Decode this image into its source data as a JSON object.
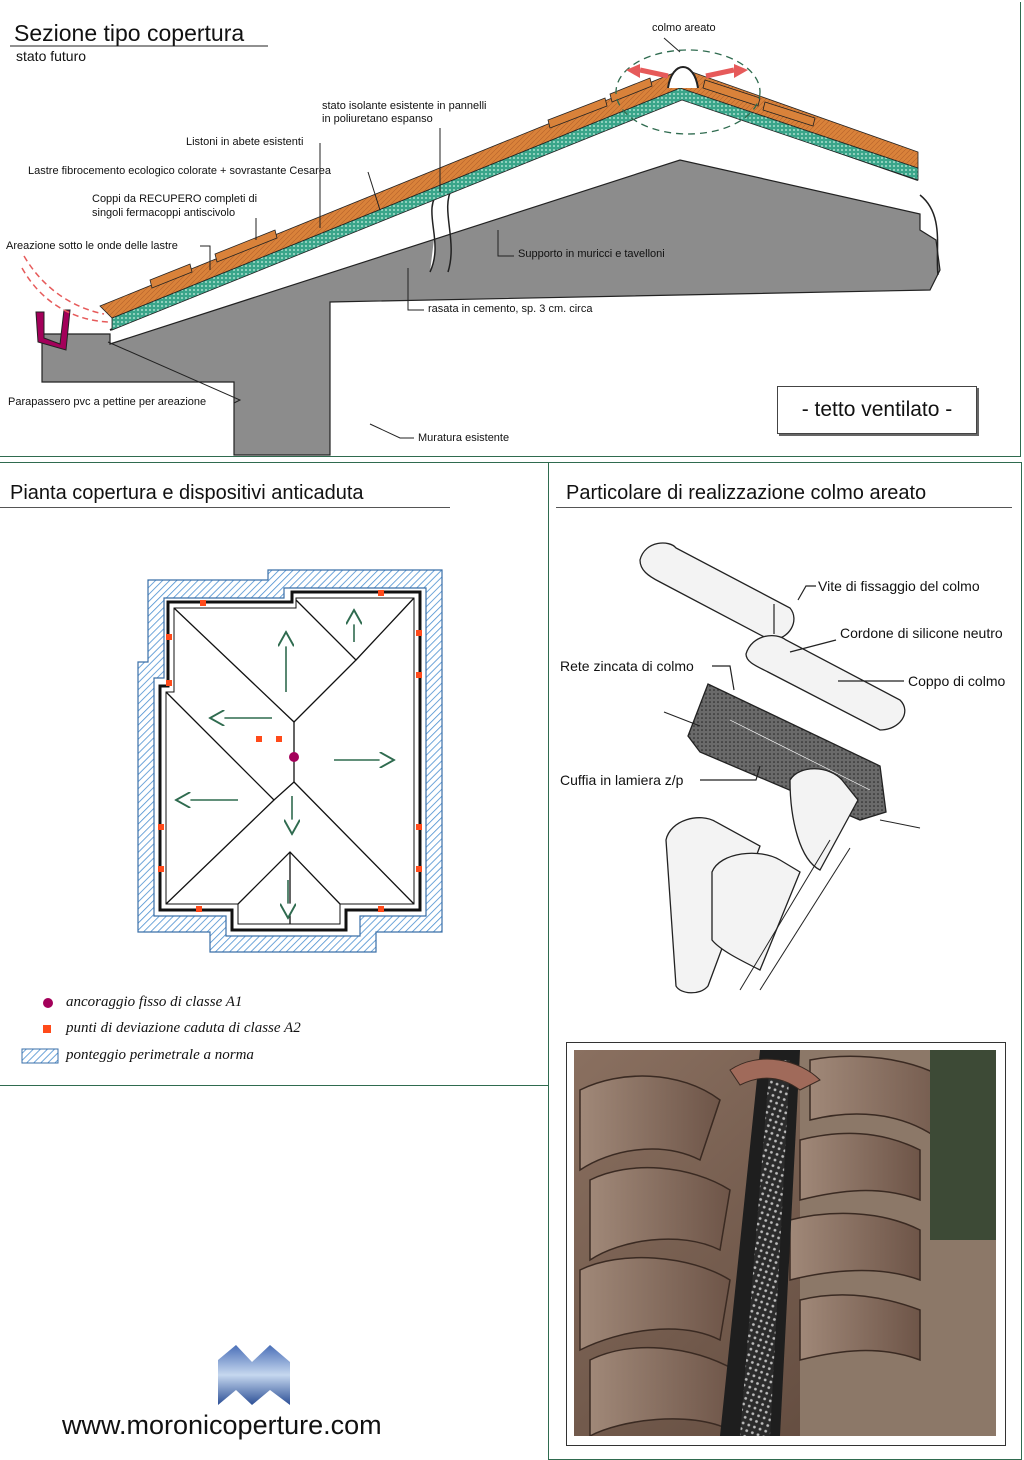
{
  "section": {
    "title": "Sezione tipo copertura",
    "subtitle": "stato futuro",
    "ridge_label": "colmo areato",
    "badge": "- tetto ventilato -",
    "labels": {
      "insulation": [
        "stato isolante esistente in pannelli",
        "in poliuretano espanso"
      ],
      "battens": "Listoni in abete esistenti",
      "sheets": "Lastre fibrocemento ecologico colorate + sovrastante Cesarea",
      "tiles": [
        "Coppi da RECUPERO completi di",
        "singoli fermacoppi antiscivolo"
      ],
      "ventilation": "Areazione sotto le onde delle lastre",
      "support": "Supporto in muricci e tavelloni",
      "screed": "rasata in cemento, sp. 3 cm. circa",
      "comb": "Parapassero pvc a pettine per areazione",
      "masonry": "Muratura esistente"
    }
  },
  "plan": {
    "title": "Pianta copertura e dispositivi anticaduta",
    "legend": [
      {
        "key": "anchor",
        "text": "ancoraggio fisso di classe A1",
        "color": "#a3005a"
      },
      {
        "key": "deviation",
        "text": "punti di deviazione caduta di classe A2",
        "color": "#ff4a1a"
      },
      {
        "key": "scaffold",
        "text": "ponteggio perimetrale a norma",
        "color": "#4a8fd0"
      }
    ]
  },
  "detail": {
    "title": "Particolare di realizzazione colmo areato",
    "labels": {
      "screw": "Vite di fissaggio del colmo",
      "silicone": "Cordone di silicone neutro",
      "mesh": "Rete zincata di colmo",
      "ridge_tile": "Coppo di colmo",
      "cap": "Cuffia in lamiera z/p"
    }
  },
  "footer": {
    "website": "www.moronicoperture.com",
    "logo": "moroni-logo"
  },
  "colors": {
    "frame": "#2f6b4f",
    "tile": "#d9823a",
    "insulation": "#3aa58a",
    "wall": "#8c8c8c",
    "anchor": "#a3005a",
    "deviation": "#ff4a1a",
    "scaffold": "#4a8fd0",
    "arrow": "#2f6b4f"
  }
}
